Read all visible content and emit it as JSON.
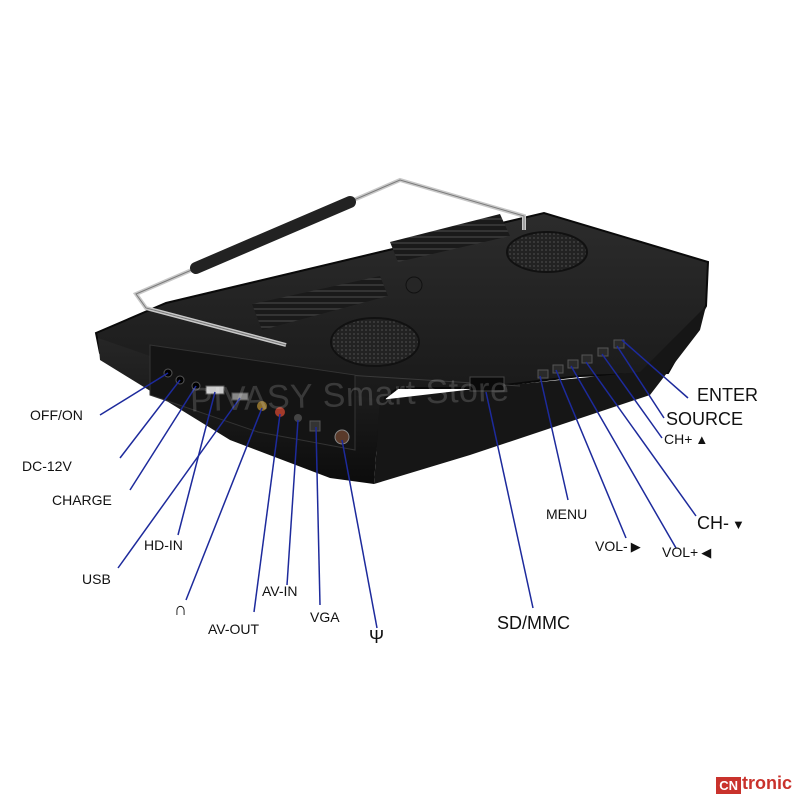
{
  "watermark": "PIVASY Smart Store",
  "logo": {
    "box": "CN",
    "rest": "tronic"
  },
  "labels": {
    "off_on": "OFF/ON",
    "dc_12v": "DC-12V",
    "charge": "CHARGE",
    "hd_in": "HD-IN",
    "usb": "USB",
    "headphone": "∩",
    "av_out": "AV-OUT",
    "av_in": "AV-IN",
    "vga": "VGA",
    "antenna": "Ψ",
    "sd_mmc": "SD/MMC",
    "menu": "MENU",
    "vol_minus": "VOL-",
    "vol_plus": "VOL+",
    "ch_minus": "CH-",
    "ch_plus": "CH+",
    "source": "SOURCE",
    "enter": "ENTER"
  },
  "arrows": {
    "right": "▶",
    "left": "◀",
    "down": "▼",
    "up": "▲"
  },
  "colors": {
    "leader_line": "#1d2a9c",
    "device_body": "#1e1e1e",
    "label_text": "#111111",
    "logo_red": "#c9322c"
  }
}
